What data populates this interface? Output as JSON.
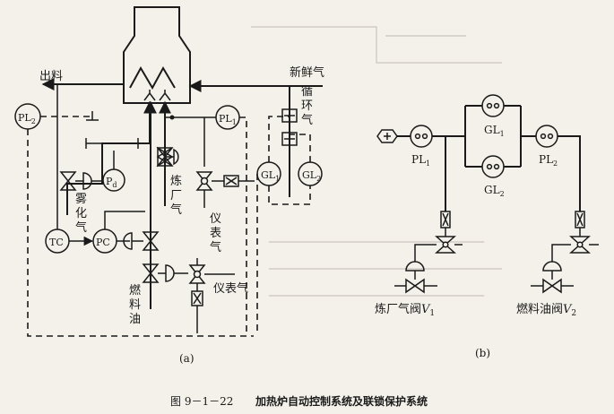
{
  "labels": {
    "outlet": "出料",
    "fresh_gas": "新鲜气",
    "recycle_gas": [
      "循",
      "环",
      "气"
    ],
    "refinery_gas": [
      "炼",
      "厂",
      "气"
    ],
    "instrument_gas_1": [
      "仪",
      "表",
      "气"
    ],
    "instrument_gas_2": "仪表气",
    "atomizing_gas": [
      "雾",
      "化",
      "气"
    ],
    "fuel_oil": [
      "燃",
      "料",
      "油"
    ],
    "refinery_gas_valve_b": "炼厂气阀",
    "refinery_gas_valve_b_sub": "V",
    "refinery_gas_valve_b_idx": "1",
    "fuel_oil_valve_b": "燃料油阀",
    "fuel_oil_valve_b_sub": "V",
    "fuel_oil_valve_b_idx": "2"
  },
  "instruments": {
    "pl2": {
      "main": "PL",
      "sub": "2"
    },
    "pl1": {
      "main": "PL",
      "sub": "1"
    },
    "pd": {
      "main": "P",
      "sub": "d"
    },
    "tc": {
      "main": "TC"
    },
    "pc": {
      "main": "PC"
    },
    "gl1": {
      "main": "GL",
      "sub": "1"
    },
    "gl2": {
      "main": "GL",
      "sub": "2"
    }
  },
  "panel_b": {
    "pl1": {
      "main": "PL",
      "sub": "1"
    },
    "pl2": {
      "main": "PL",
      "sub": "2"
    },
    "gl1": {
      "main": "GL",
      "sub": "1"
    },
    "gl2": {
      "main": "GL",
      "sub": "2"
    }
  },
  "subfig": {
    "a": "(a)",
    "b": "(b)"
  },
  "caption": {
    "number": "图 9－1－22",
    "title": "加热炉自动控制系统及联锁保护系统"
  }
}
